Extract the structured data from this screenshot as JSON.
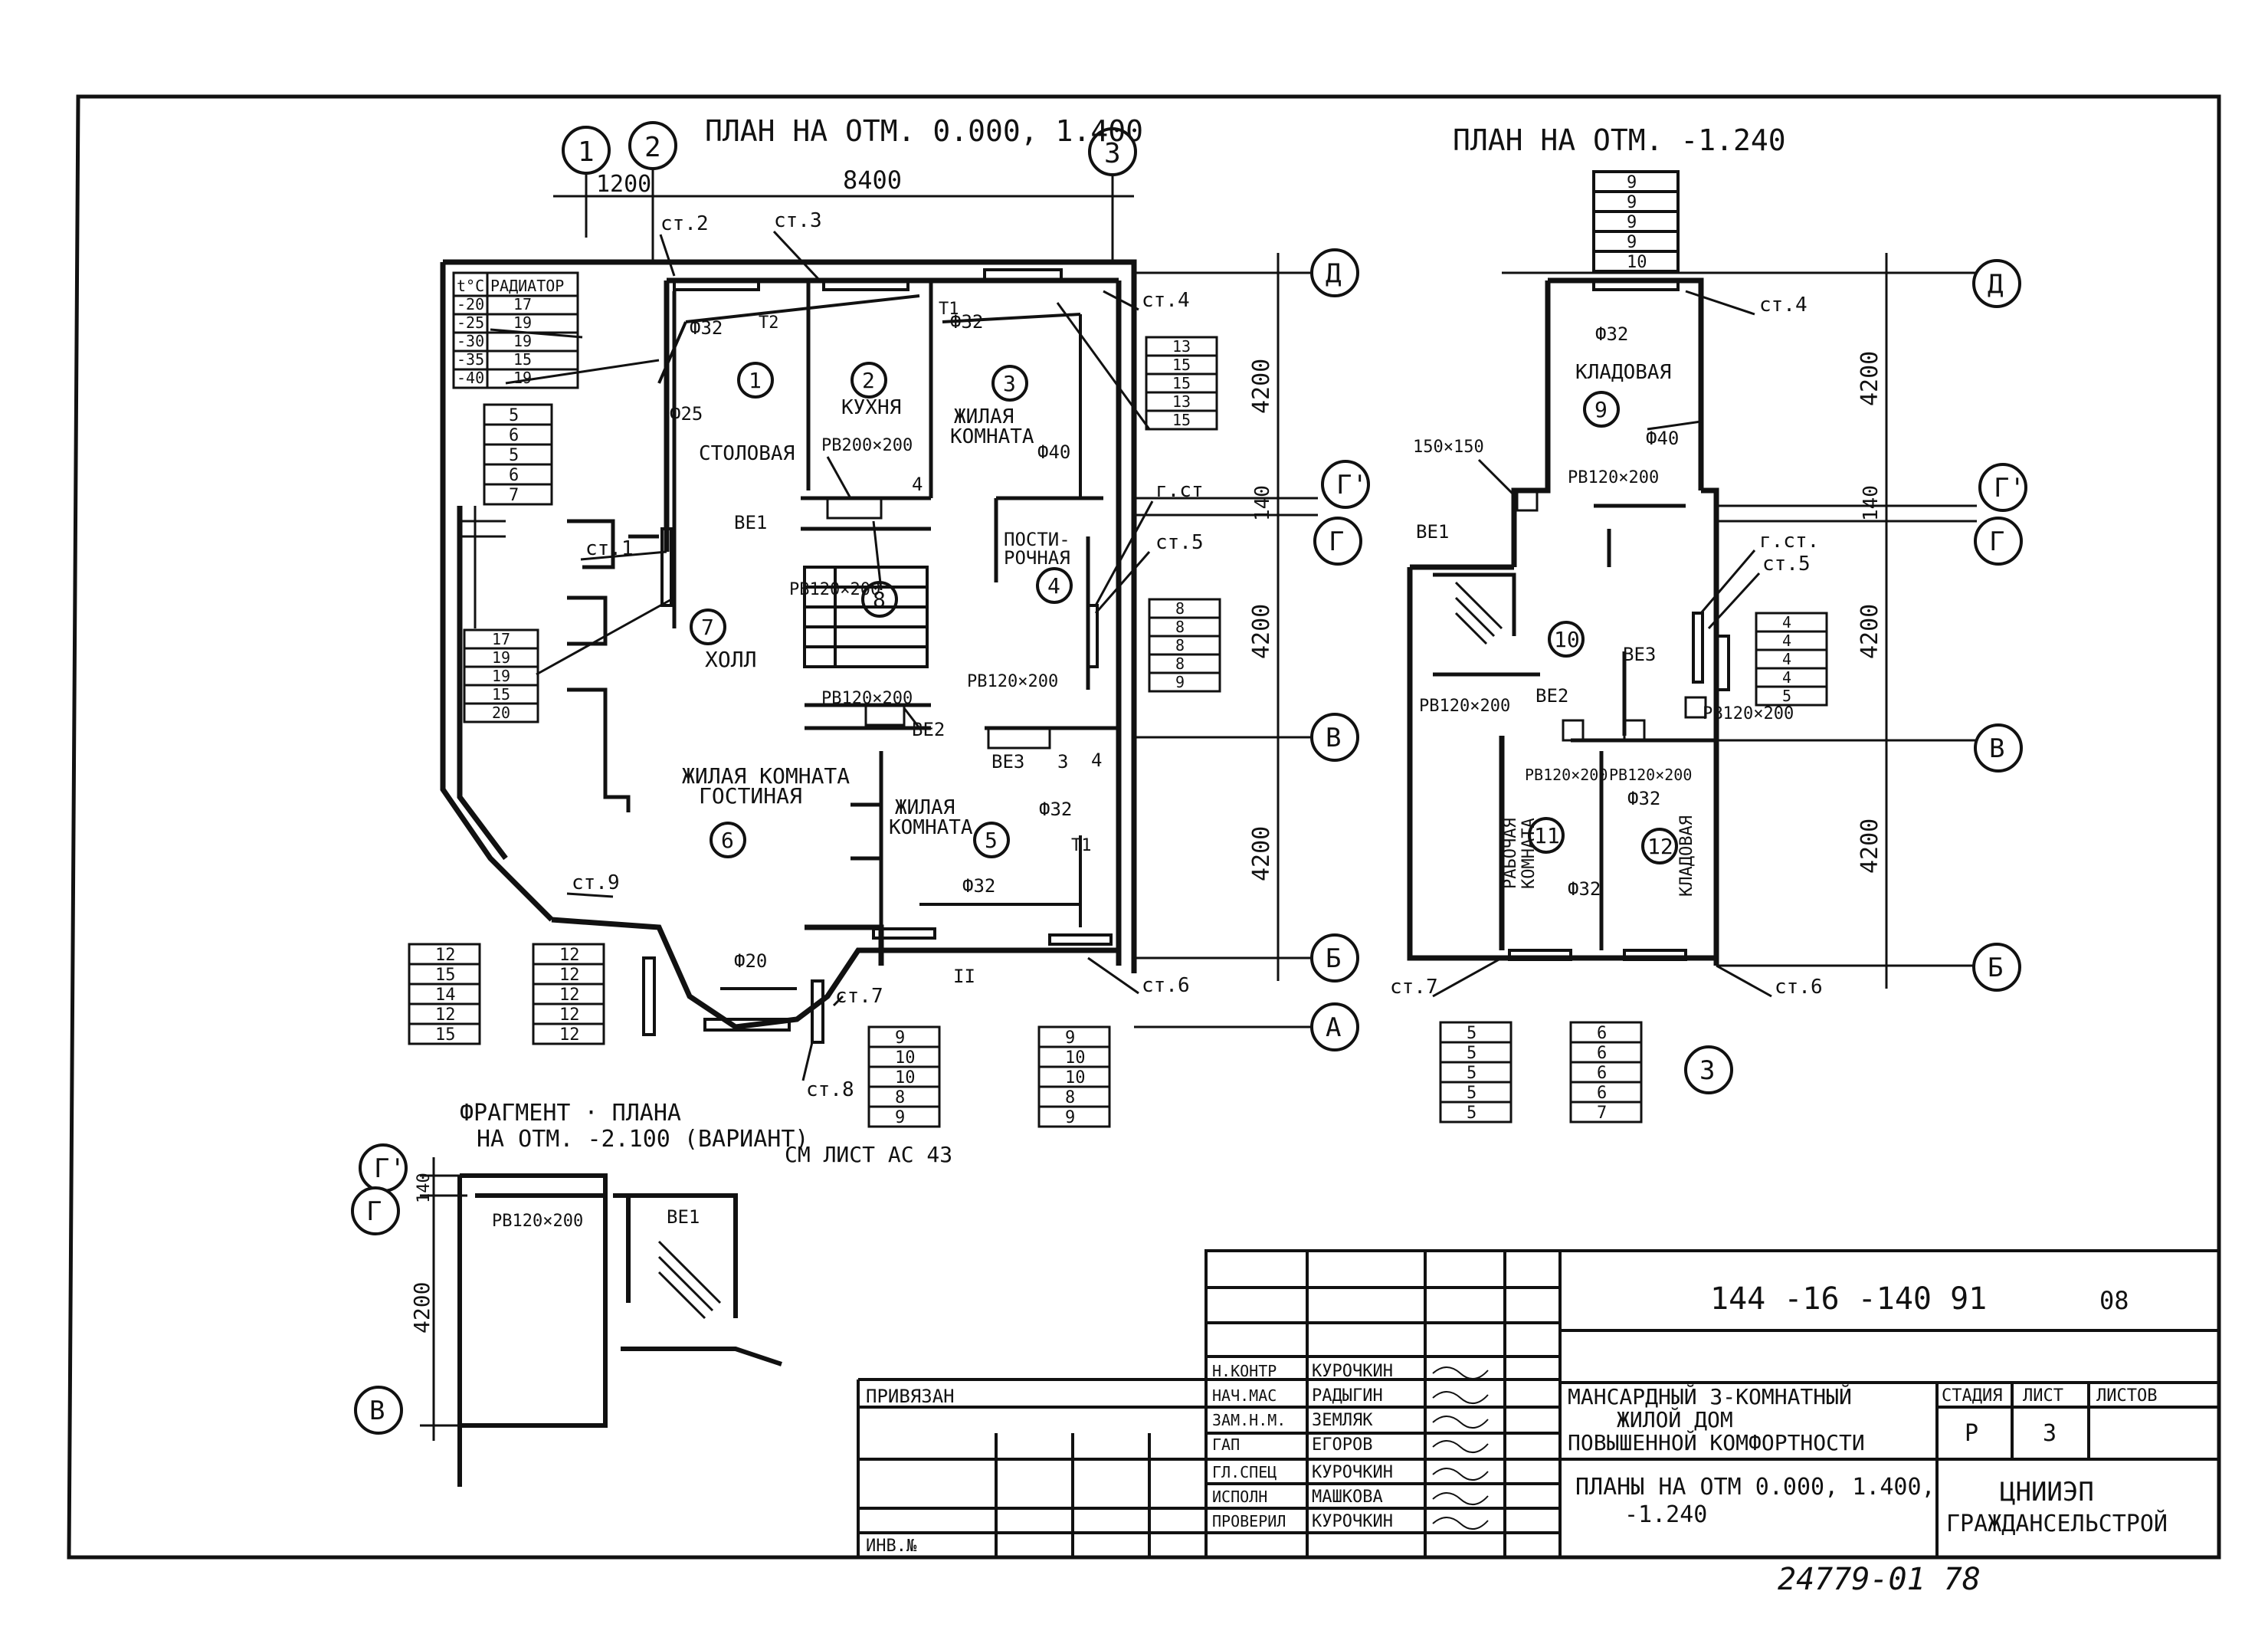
{
  "titles": {
    "plan_main": "ПЛАН НА ОТМ. 0.000, 1.400",
    "plan_basement": "ПЛАН НА ОТМ. -1.240",
    "fragment_line1": "ФРАГМЕНТ · ПЛАНА",
    "fragment_line2": "НА ОТМ. -2.100 (ВАРИАНТ)",
    "fragment_ref": "СМ ЛИСТ АС 43"
  },
  "axes": {
    "a1": "1",
    "a2": "2",
    "a3": "3",
    "a3b": "3",
    "d": "Д",
    "d2": "Д",
    "g1": "Г'",
    "g1b": "Г'",
    "g1c": "Г'",
    "g": "Г",
    "gb": "Г",
    "gc": "Г",
    "v": "В",
    "vb": "В",
    "vc": "В",
    "b": "Б",
    "bb": "Б",
    "a": "А"
  },
  "dims": {
    "d1200": "1200",
    "d8400": "8400",
    "m4200a": "4200",
    "m140": "140",
    "m4200b": "4200",
    "m4200c": "4200",
    "b4200a": "4200",
    "b140": "140",
    "b4200b": "4200",
    "b4200c": "4200",
    "f140": "140",
    "f4200": "4200"
  },
  "rooms": {
    "stolovaya": "СТОЛОВАЯ",
    "kuhnya": "КУХНЯ",
    "zhil3a": "ЖИЛАЯ",
    "zhil3b": "КОМНАТА",
    "post1": "ПОСТИ-",
    "post2": "РОЧНАЯ",
    "holl": "ХОЛЛ",
    "gost1": "ЖИЛАЯ КОМНАТА",
    "gost2": "ГОСТИНАЯ",
    "zhil5a": "ЖИЛАЯ",
    "zhil5b": "КОМНАТА",
    "klad9": "КЛАДОВАЯ",
    "rab1": "РАБОЧАЯ",
    "rab2": "КОМНАТА",
    "klad12": "КЛАДОВАЯ"
  },
  "room_numbers": [
    "1",
    "2",
    "3",
    "4",
    "5",
    "6",
    "7",
    "8",
    "9",
    "10",
    "11",
    "12"
  ],
  "risers": {
    "st2": "ст.2",
    "st3": "ст.3",
    "st4": "ст.4",
    "st4b": "ст.4",
    "st1": "ст.1",
    "st5": "ст.5",
    "st5b": "ст.5",
    "gst": "г.ст",
    "gstb": "г.ст.",
    "st6": "ст.6",
    "st6b": "ст.6",
    "st7": "ст.7",
    "st7b": "ст.7",
    "st8": "ст.8",
    "st9": "ст.9"
  },
  "pipes": {
    "f32a": "Ф32",
    "f32b": "Ф32",
    "f25": "Ф25",
    "f40": "Ф40",
    "f32c": "Ф32",
    "f32d": "Ф32",
    "f20": "Ф20",
    "f32e": "Ф32",
    "f40b": "Ф40",
    "f32f": "Ф32",
    "f32g": "Ф32",
    "t2": "Т2",
    "t1": "Т1",
    "t1b": "Т1"
  },
  "vents": {
    "r200": "РВ200×200",
    "r120a": "РВ120×200",
    "r120b": "РВ120×200",
    "r120c": "РВ120×200",
    "r120d": "РВ120×200",
    "r120e": "РВ120×200",
    "r120f": "РВ120×200",
    "r120g": "РВ120×200",
    "r120h": "РВ120×200",
    "r120i": "РВ120×200",
    "r150": "150×150",
    "ve1": "ВЕ1",
    "ve2": "ВЕ2",
    "ve3": "ВЕ3",
    "ve1b": "ВЕ1",
    "ve2b": "ВЕ2",
    "ve3b": "ВЕ3",
    "ve1c": "ВЕ1",
    "n4": "4",
    "n4b": "4",
    "n3": "3",
    "n2": "II"
  },
  "radiator_table": {
    "h1": "t°C",
    "h2": "РАДИАТОР",
    "rows": [
      [
        "-20",
        "17"
      ],
      [
        "-25",
        "19"
      ],
      [
        "-30",
        "19"
      ],
      [
        "-35",
        "15"
      ],
      [
        "-40",
        "19"
      ]
    ]
  },
  "stacks": {
    "left_upper": [
      "5",
      "6",
      "5",
      "6",
      "7"
    ],
    "left_middle": [
      "17",
      "19",
      "19",
      "15",
      "20"
    ],
    "right_top": [
      "13",
      "15",
      "15",
      "13",
      "15"
    ],
    "right_mid": [
      "8",
      "8",
      "8",
      "8",
      "9"
    ],
    "bottom_a": [
      "12",
      "15",
      "14",
      "12",
      "15"
    ],
    "bottom_b": [
      "12",
      "12",
      "12",
      "12",
      "12"
    ],
    "bottom_c": [
      "9",
      "10",
      "10",
      "8",
      "9"
    ],
    "bottom_d": [
      "9",
      "10",
      "10",
      "8",
      "9"
    ],
    "base_top": [
      "9",
      "9",
      "9",
      "9",
      "10"
    ],
    "base_right": [
      "4",
      "4",
      "4",
      "4",
      "5"
    ],
    "base_bot1": [
      "5",
      "5",
      "5",
      "5",
      "5"
    ],
    "base_bot2": [
      "6",
      "6",
      "6",
      "6",
      "7"
    ]
  },
  "stamp": {
    "doc_code": "144 -16 -140 91",
    "sheet_code": "08",
    "privyazan": "ПРИВЯЗАН",
    "inv": "ИНВ.№",
    "roles": [
      "Н.КОНТР",
      "НАЧ.МАС",
      "ЗАМ.Н.М.",
      "ГАП",
      "ГЛ.СПЕЦ",
      "ИСПОЛН",
      "ПРОВЕРИЛ"
    ],
    "names": [
      "КУРОЧКИН",
      "РАДЫГИН",
      "ЗЕМЛЯК",
      "ЕГОРОВ",
      "КУРОЧКИН",
      "МАШКОВА",
      "КУРОЧКИН"
    ],
    "project1": "МАНСАРДНЫЙ 3-КОМНАТНЫЙ",
    "project2": "ЖИЛОЙ ДОМ",
    "project3": "ПОВЫШЕННОЙ КОМФОРТНОСТИ",
    "sheet1": "ПЛАНЫ НА ОТМ 0.000, 1.400,",
    "sheet2": "-1.240",
    "stage_h": "СТАДИЯ",
    "list_h": "ЛИСТ",
    "lists_h": "ЛИСТОВ",
    "stage": "Р",
    "list": "3",
    "org1": "ЦНИИЭП",
    "org2": "ГРАЖДАНСЕЛЬСТРОЙ"
  },
  "archive_no": "24779-01  78"
}
